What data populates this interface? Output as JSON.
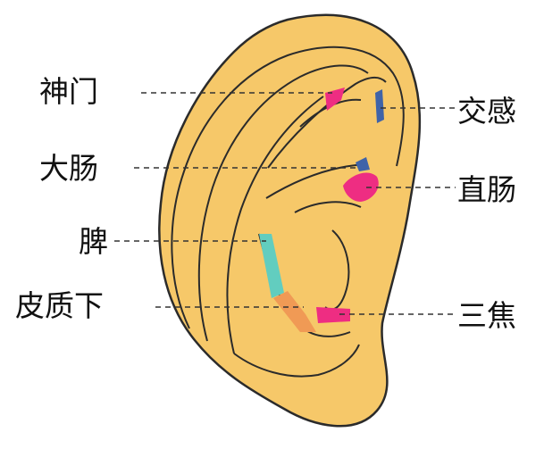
{
  "colors": {
    "skin": "#F6C869",
    "outline": "#2b2b2b",
    "pink": "#EE2D82",
    "blue": "#3F63A8",
    "teal": "#62CDBF",
    "orange": "#F09A55",
    "leader": "#333333"
  },
  "labels": {
    "shenmen": "神门",
    "dachang": "大肠",
    "pi": "脾",
    "pizhixia": "皮质下",
    "jiaogan": "交感",
    "zhichang": "直肠",
    "sanjiao": "三焦"
  }
}
